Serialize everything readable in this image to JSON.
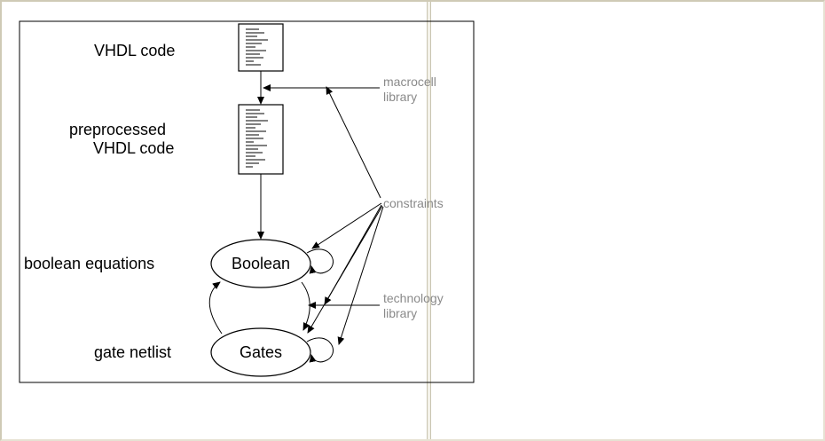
{
  "diagram": {
    "stages": {
      "vhdl_code": "VHDL code",
      "preprocessed_line1": "preprocessed",
      "preprocessed_line2": "VHDL code",
      "boolean_equations": "boolean equations",
      "gate_netlist": "gate netlist"
    },
    "nodes": {
      "boolean": "Boolean",
      "gates": "Gates"
    },
    "inputs": {
      "macrocell_line1": "macrocell",
      "macrocell_line2": "library",
      "constraints": "constraints",
      "technology_line1": "technology",
      "technology_line2": "library"
    }
  }
}
